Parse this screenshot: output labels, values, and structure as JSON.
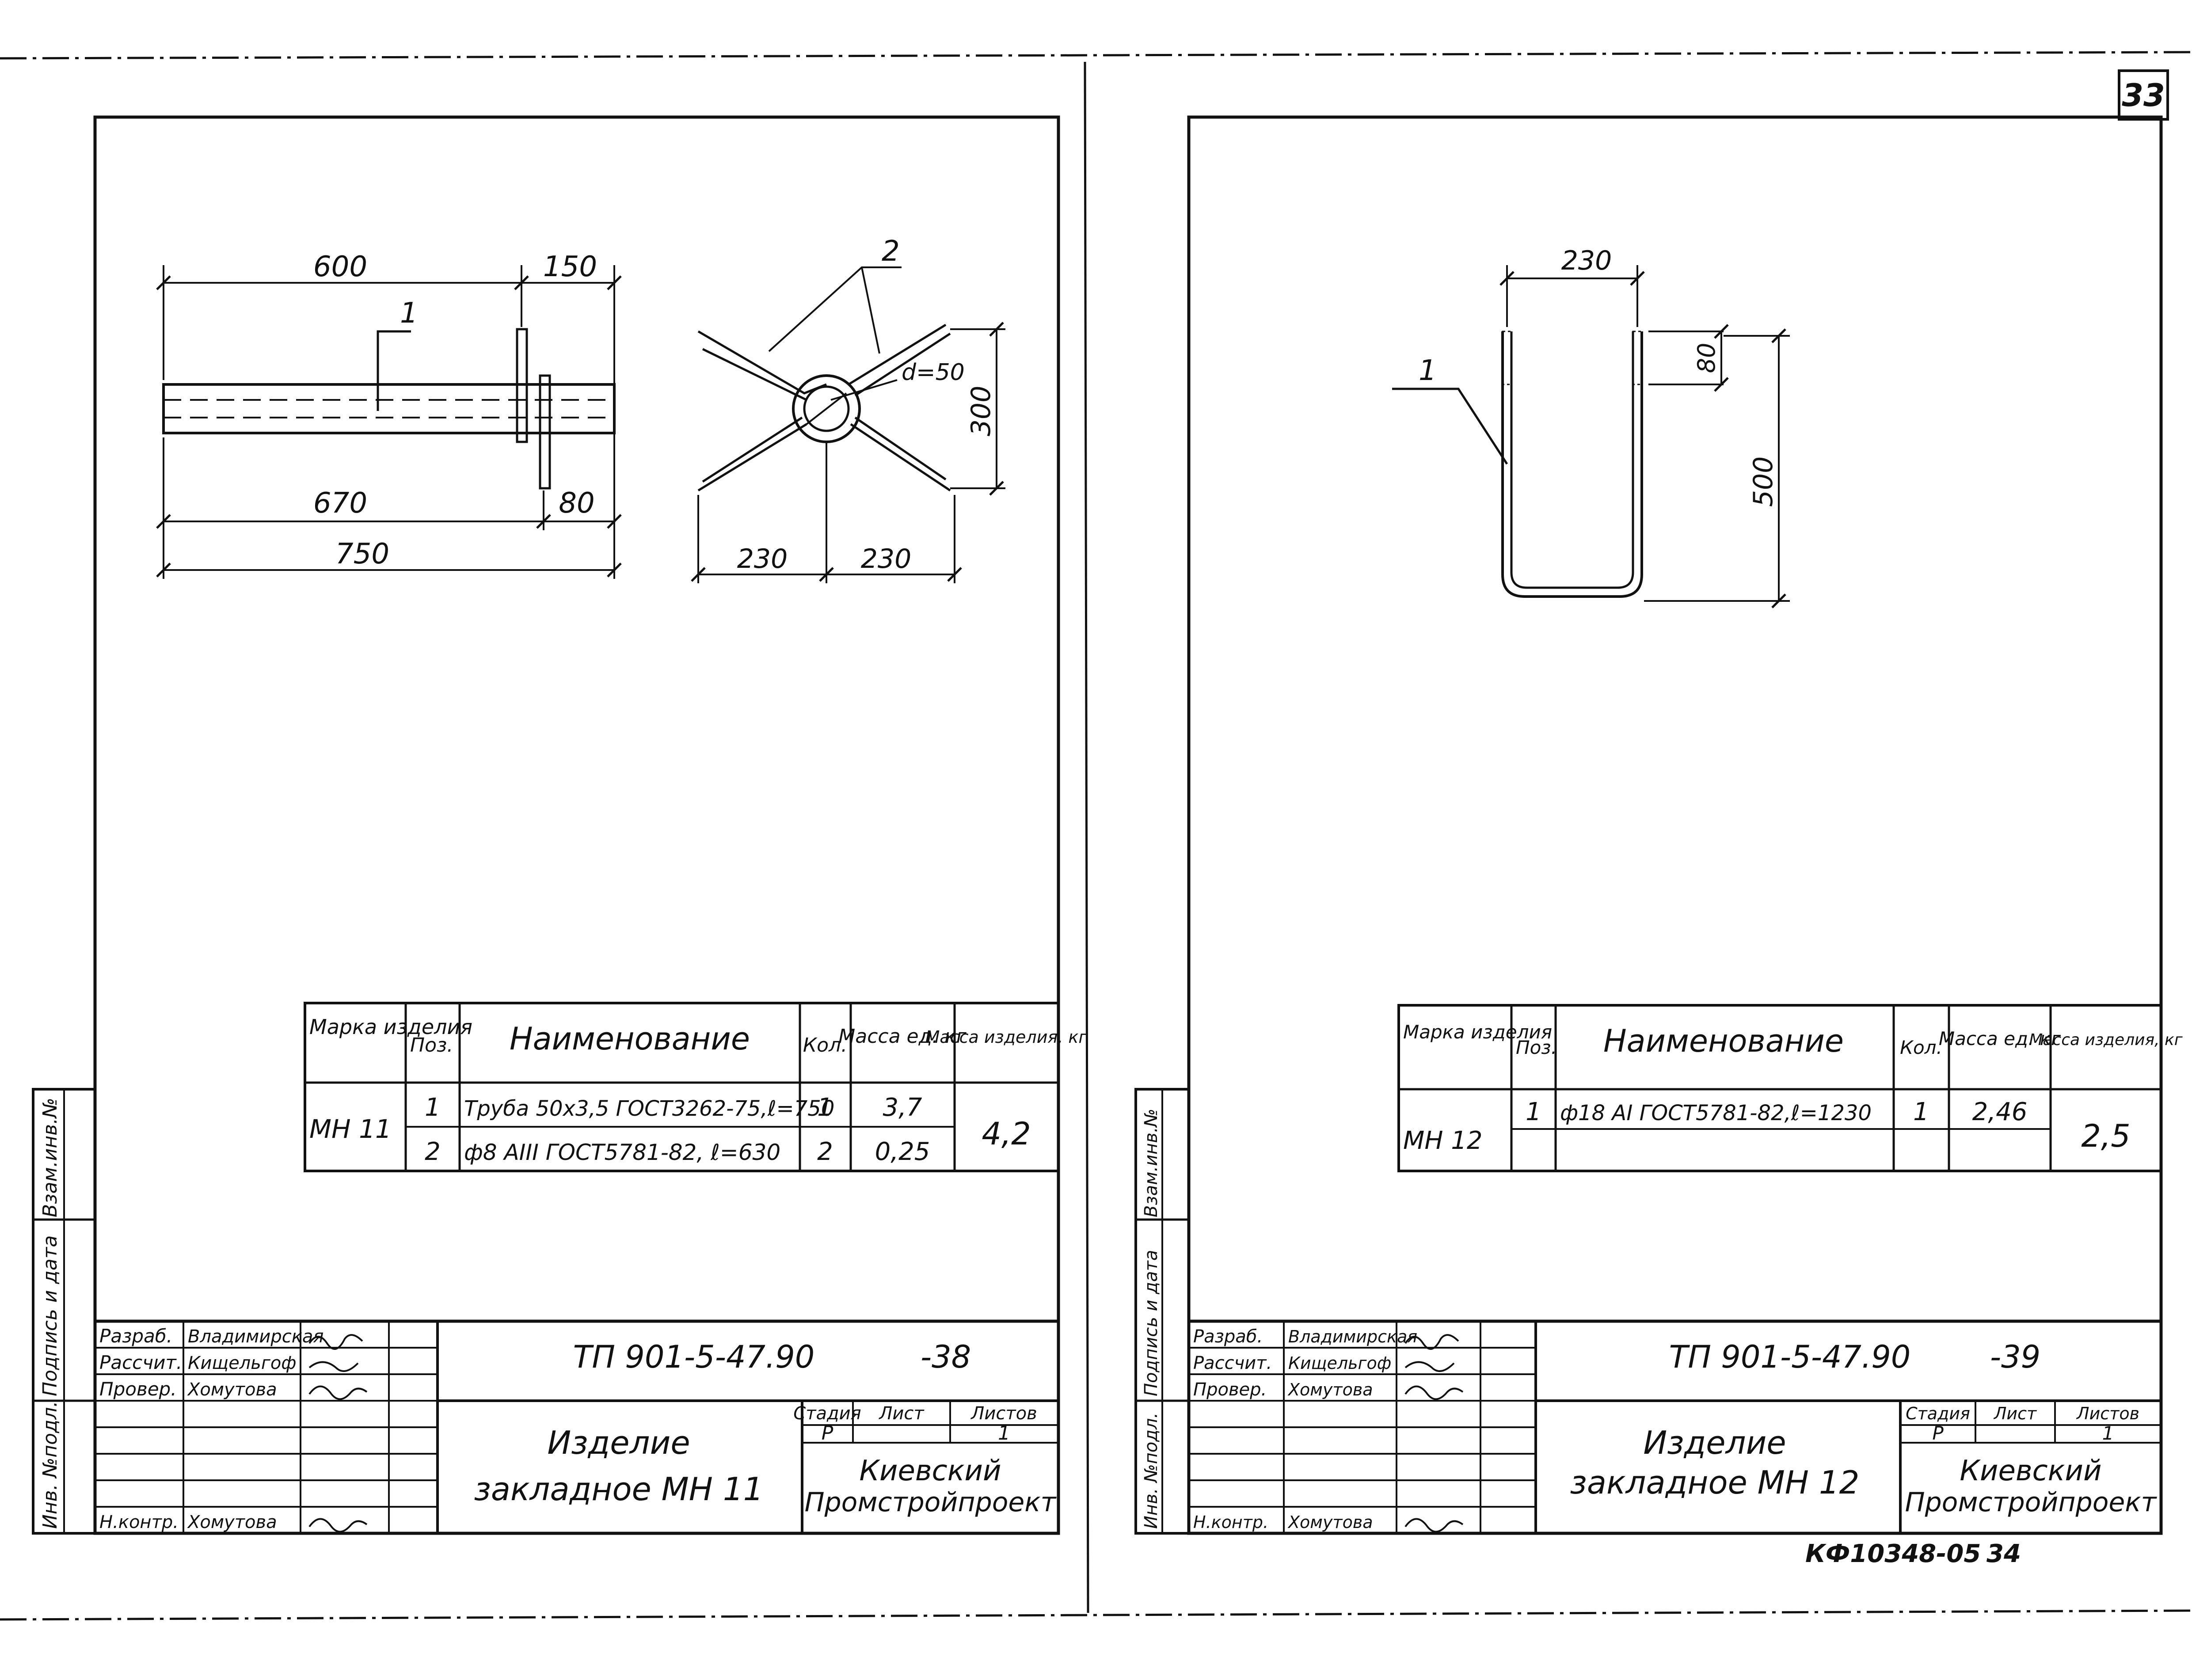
{
  "page_number": "33",
  "bottom_code": "КФ10348-05",
  "bottom_page": "34",
  "side_labels": {
    "inv_podl": "Инв. №подл.",
    "podpis_data": "Подпись и дата",
    "vzam_inv": "Взам.инв.№"
  },
  "table_headers": {
    "marka": "Марка изделия",
    "poz": "Поз.",
    "naim": "Наименование",
    "kol": "Кол.",
    "massa_ed": "Масса ед. кг",
    "massa_izd": "Масса изделия, кг"
  },
  "stamp_labels": {
    "razrab": "Разраб.",
    "rasschit": "Рассчит.",
    "prover": "Провер.",
    "nkontr": "Н.контр.",
    "stadia": "Стадия",
    "list": "Лист",
    "listov": "Листов"
  },
  "sheets": [
    {
      "mark": "МН 11",
      "rows": [
        {
          "pos": "1",
          "name": "Труба 50х3,5 ГОСТ3262-75,ℓ=750",
          "qty": "1",
          "mass": "3,7"
        },
        {
          "pos": "2",
          "name": "ф8 АIII ГОСТ5781-82, ℓ=630",
          "qty": "2",
          "mass": "0,25"
        }
      ],
      "total_mass": "4,2",
      "razrab": "Владимирская",
      "rasschit": "Кищельгоф",
      "prover": "Хомутова",
      "nkontr": "Хомутова",
      "code": "ТП 901-5-47.90",
      "sheet_code": "-38",
      "title_1": "Изделие",
      "title_2": "закладное МН 11",
      "stadia": "Р",
      "list": "1",
      "org_1": "Киевский",
      "org_2": "Промстройпроект",
      "dims": {
        "d600": "600",
        "d150": "150",
        "d670": "670",
        "d80": "80",
        "d750": "750",
        "d230a": "230",
        "d230b": "230",
        "d300": "300",
        "dia": "d=50",
        "callout1": "1",
        "callout2": "2"
      }
    },
    {
      "mark": "МН 12",
      "rows": [
        {
          "pos": "1",
          "name": "ф18 АI ГОСТ5781-82,ℓ=1230",
          "qty": "1",
          "mass": "2,46"
        }
      ],
      "total_mass": "2,5",
      "razrab": "Владимирская",
      "rasschit": "Кищельгоф",
      "prover": "Хомутова",
      "nkontr": "Хомутова",
      "code": "ТП 901-5-47.90",
      "sheet_code": "-39",
      "title_1": "Изделие",
      "title_2": "закладное МН 12",
      "stadia": "Р",
      "list": "1",
      "org_1": "Киевский",
      "org_2": "Промстройпроект",
      "dims": {
        "d230": "230",
        "d80": "80",
        "d500": "500",
        "callout1": "1"
      }
    }
  ]
}
